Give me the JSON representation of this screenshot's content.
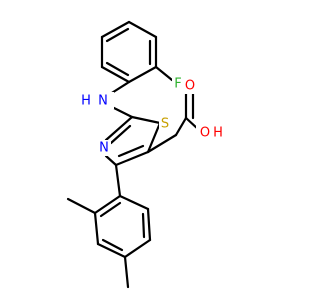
{
  "molecule": {
    "colors": {
      "carbon_bond": "#000000",
      "nitrogen": "#0000FF",
      "sulfur": "#C8A000",
      "oxygen": "#FF0000",
      "fluorine": "#2FB22F"
    },
    "atoms": {
      "amine_n": {
        "element": "N",
        "text": "N",
        "hydrogen": "H"
      },
      "ring_n": {
        "element": "N",
        "text": "N"
      },
      "sulfur": {
        "element": "S",
        "text": "S"
      },
      "fluorine": {
        "element": "F",
        "text": "F"
      },
      "carbonyl_o": {
        "element": "O",
        "text": "O"
      },
      "hydroxyl_o": {
        "element": "O",
        "text": "O",
        "hydrogen": "H"
      }
    }
  }
}
